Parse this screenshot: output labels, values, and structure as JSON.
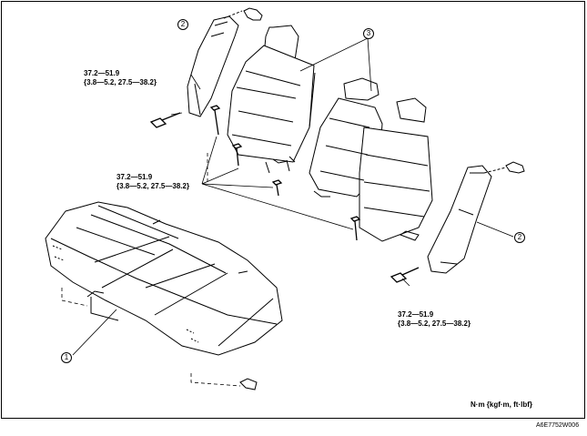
{
  "callouts": [
    "1",
    "2",
    "2",
    "3"
  ],
  "torque_specs": [
    {
      "value": "37.2—51.9",
      "detail": "{3.8—5.2, 27.5—38.2}"
    },
    {
      "value": "37.2—51.9",
      "detail": "{3.8—5.2, 27.5—38.2}"
    },
    {
      "value": "37.2—51.9",
      "detail": "{3.8—5.2, 27.5—38.2}"
    }
  ],
  "unit_note": "N·m {kgf·m, ft·lbf}",
  "figure_code": "A6E7752W006",
  "colors": {
    "line": "#000000",
    "background": "#ffffff"
  }
}
